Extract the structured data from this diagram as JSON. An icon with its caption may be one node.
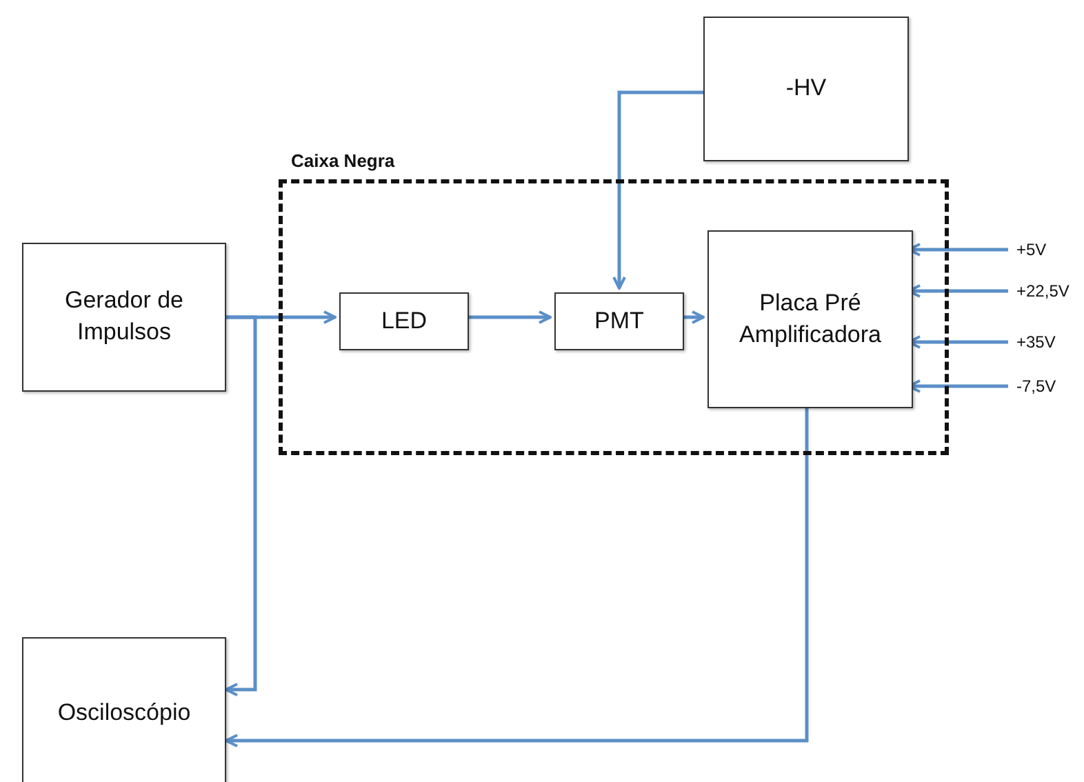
{
  "diagram": {
    "nodes": [
      {
        "text": [
          "Gerador de Impulsos"
        ]
      },
      {
        "text": [
          "-HV"
        ]
      },
      {
        "text": [
          "Caixa Negra"
        ]
      },
      {
        "text": [
          "LED"
        ],
        "in": 2
      },
      {
        "text": [
          "PMT"
        ],
        "in": 2
      },
      {
        "text": [
          "Placa Pré Amplificadora"
        ],
        "in": 2
      },
      {
        "text": [
          "+5V"
        ]
      },
      {
        "text": [
          "+22,5V"
        ]
      },
      {
        "text": [
          "+35V"
        ]
      },
      {
        "text": [
          "-7,5V"
        ]
      },
      {
        "text": [
          "Osciloscópio"
        ]
      }
    ],
    "edges": [
      {
        "from": 0,
        "to": 3,
        "arrow": "to"
      },
      {
        "from": 0,
        "to": 10,
        "arrow": "to"
      },
      {
        "from": 3,
        "to": 4,
        "arrow": "to"
      },
      {
        "from": 1,
        "to": 4,
        "arrow": "to"
      },
      {
        "from": 4,
        "to": 5,
        "arrow": "to"
      },
      {
        "from": 6,
        "to": 5,
        "arrow": "to"
      },
      {
        "from": 7,
        "to": 5,
        "arrow": "to"
      },
      {
        "from": 8,
        "to": 5,
        "arrow": "to"
      },
      {
        "from": 9,
        "to": 5,
        "arrow": "to"
      },
      {
        "from": 5,
        "to": 10,
        "arrow": "to"
      }
    ]
  }
}
